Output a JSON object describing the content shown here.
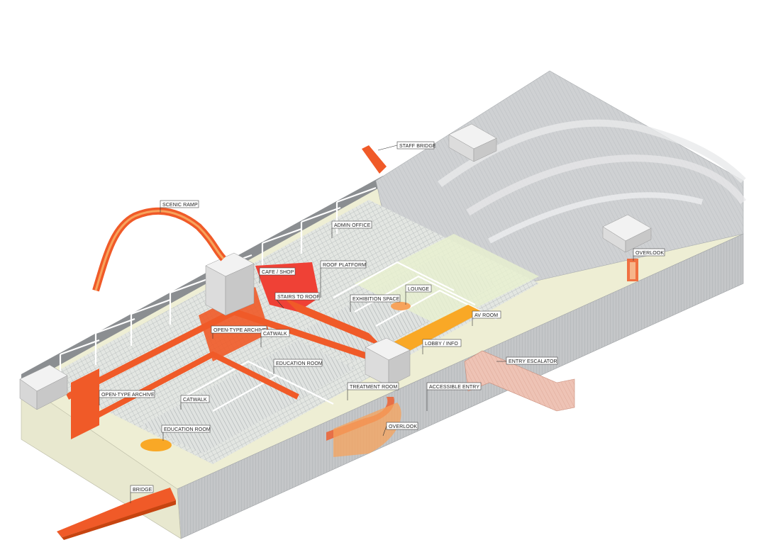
{
  "colors": {
    "accent_orange": "#f05a28",
    "light_orange": "#f7a35c",
    "amber": "#f9a826",
    "roof_gray": "#c9cbcd",
    "wall_gray": "#b9bcbf",
    "floor_cream": "#eeeed2",
    "pink_volume": "#e9b7ad",
    "structure_white": "#ffffff"
  },
  "labels": {
    "staff_bridge": "STAFF BRIDGE",
    "scenic_ramp": "SCENIC RAMP",
    "admin_office": "ADMIN OFFICE",
    "cafe_shop": "CAFE / SHOP",
    "roof_platform": "ROOF PLATFORM",
    "stairs_to_roof": "STAIRS TO ROOF",
    "lounge": "LOUNGE",
    "exhibition_space": "EXHIBITION SPACE",
    "overlook_upper": "OVERLOOK",
    "open_archive_upper": "OPEN-TYPE ARCHIVE",
    "catwalk_upper": "CATWALK",
    "av_room": "AV ROOM",
    "lobby_info": "LOBBY / INFO",
    "entry_escalator": "ENTRY ESCALATOR",
    "education_room_upper": "EDUCATION ROOM",
    "treatment_room": "TREATMENT ROOM",
    "accessible_entry": "ACCESSIBLE ENTRY",
    "open_archive_lower": "OPEN-TYPE ARCHIVE",
    "catwalk_lower": "CATWALK",
    "overlook_lower": "OVERLOOK",
    "education_room_lower": "EDUCATION ROOM",
    "bridge": "BRIDGE"
  }
}
